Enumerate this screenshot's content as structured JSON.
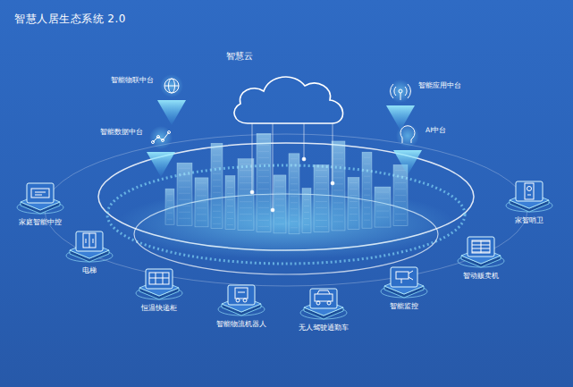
{
  "diagram": {
    "title": "智慧人居生态系统 2.0",
    "nodes": [
      {
        "text": [
          "智慧云"
        ]
      },
      {
        "text": [
          "智能物联中台"
        ]
      },
      {
        "text": [
          "智能数据中台"
        ]
      },
      {
        "text": [
          "智能应用中台"
        ]
      },
      {
        "text": [
          "AI中台"
        ]
      },
      {
        "text": [
          "家庭智能中控"
        ]
      },
      {
        "text": [
          "电梯"
        ]
      },
      {
        "text": [
          "恒温快递柜"
        ]
      },
      {
        "text": [
          "智能物流机器人"
        ]
      },
      {
        "text": [
          "无人驾驶通勤车"
        ]
      },
      {
        "text": [
          "智能监控"
        ]
      },
      {
        "text": [
          "智动贩卖机"
        ]
      },
      {
        "text": [
          "家智哨卫"
        ]
      }
    ]
  }
}
